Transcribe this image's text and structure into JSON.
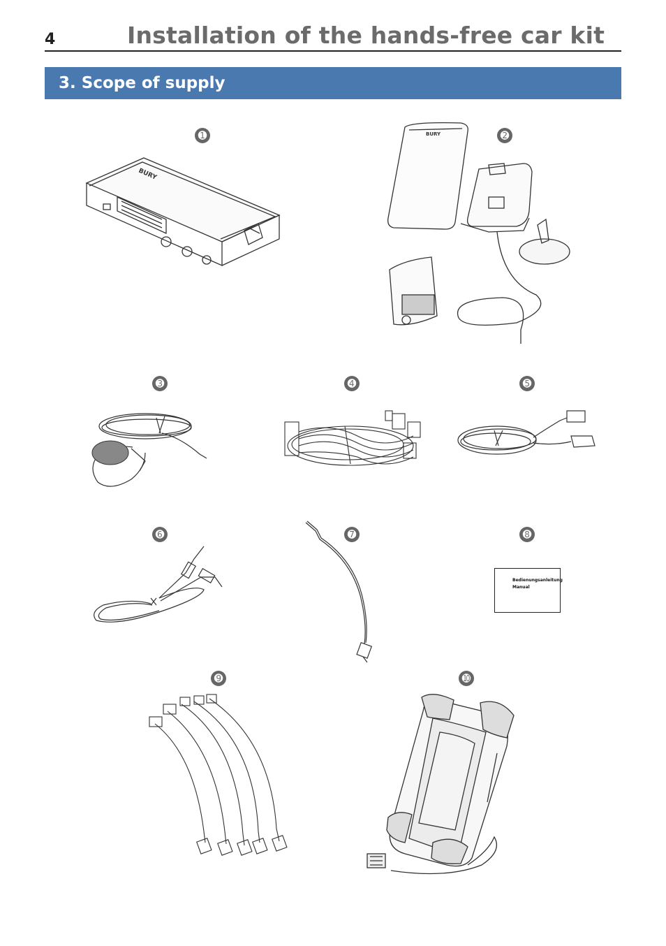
{
  "header": {
    "page_number": "4",
    "title": "Installation of the hands-free car kit"
  },
  "section": {
    "title": "3. Scope of supply"
  },
  "items": [
    {
      "number": "➊"
    },
    {
      "number": "➋"
    },
    {
      "number": "➌"
    },
    {
      "number": "➍"
    },
    {
      "number": "➎"
    },
    {
      "number": "➏"
    },
    {
      "number": "➐"
    },
    {
      "number": "➑"
    },
    {
      "number": "➒"
    },
    {
      "number": "➓"
    }
  ],
  "manual": {
    "line1": "Bedienungsanleitung",
    "line2": "Manual"
  },
  "colors": {
    "section_bar": "#4a79b0",
    "title_text": "#6b6b6b",
    "number_badge": "#666666"
  }
}
